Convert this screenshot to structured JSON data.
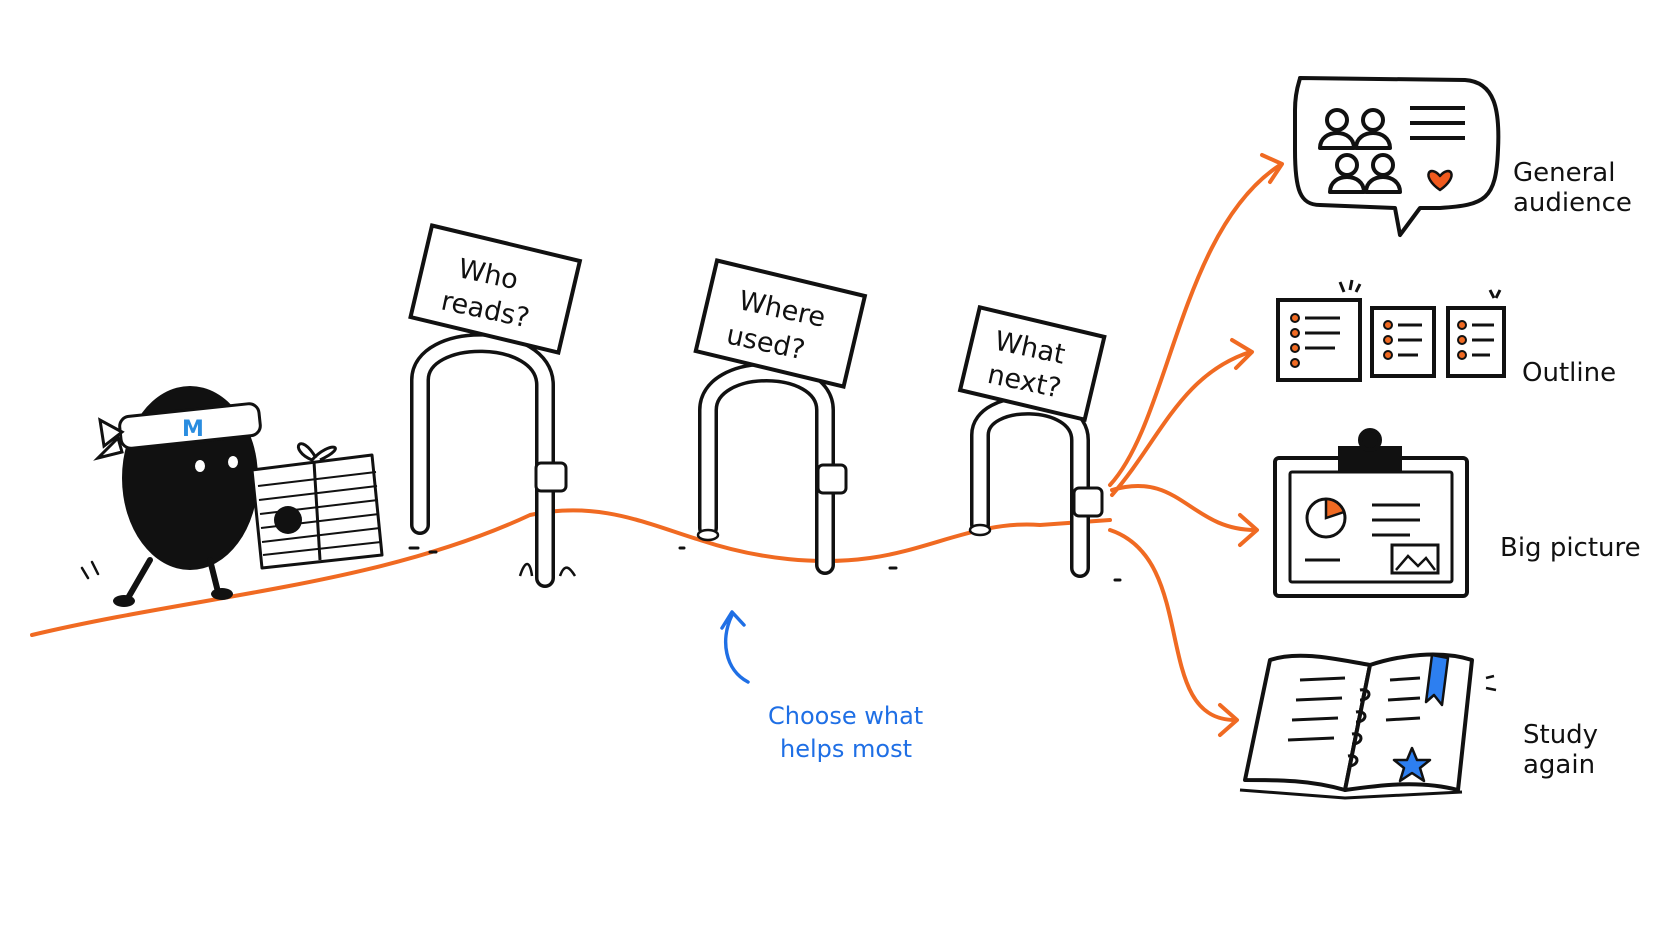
{
  "gates": [
    {
      "line1": "Who",
      "line2": "reads?"
    },
    {
      "line1": "Where",
      "line2": "used?"
    },
    {
      "line1": "What",
      "line2": "next?"
    }
  ],
  "mascot_badge": "M",
  "note": {
    "line1": "Choose what",
    "line2": "helps most"
  },
  "outcomes": [
    {
      "line1": "General",
      "line2": "audience",
      "icon": "speech-bubble-people-icon"
    },
    {
      "line1": "Outline",
      "line2": "",
      "icon": "outline-cards-icon"
    },
    {
      "line1": "Big picture",
      "line2": "",
      "icon": "clipboard-chart-icon"
    },
    {
      "line1": "Study",
      "line2": "again",
      "icon": "open-notebook-icon"
    }
  ],
  "colors": {
    "path": "#f06a22",
    "note": "#1f6fe5",
    "ink": "#111111",
    "heart": "#f05a1e",
    "star": "#2d7ff0"
  }
}
